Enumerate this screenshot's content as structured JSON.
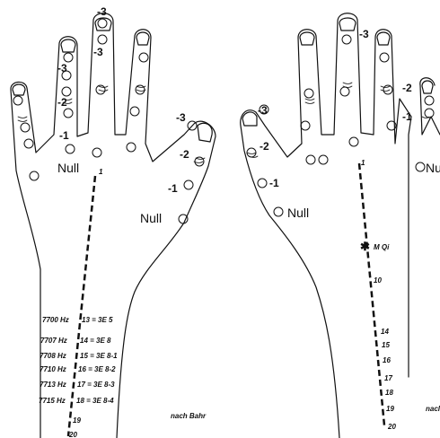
{
  "colors": {
    "ink": "#111111",
    "paper": "#ffffff"
  },
  "left_hand": {
    "levels": [
      "-3",
      "-3",
      "-3",
      "-2",
      "-1",
      "-3",
      "-2",
      "-1"
    ],
    "null_labels": [
      "Null",
      "Null"
    ],
    "line_start": "1",
    "table": [
      {
        "hz": "7700 Hz",
        "code": "13 = 3E 5"
      },
      {
        "hz": "7707 Hz",
        "code": "14 = 3E 8"
      },
      {
        "hz": "7708 Hz",
        "code": "15 = 3E 8-1"
      },
      {
        "hz": "7710 Hz",
        "code": "16 = 3E 8-2"
      },
      {
        "hz": "7713 Hz",
        "code": "17 = 3E 8-3"
      },
      {
        "hz": "7715 Hz",
        "code": "18 = 3E 8-4"
      }
    ],
    "tail_numbers": [
      "19",
      "20"
    ],
    "credit": "nach Bahr"
  },
  "right_hand": {
    "levels": [
      "-3",
      "-2",
      "-1",
      "-3",
      "-2",
      "-1"
    ],
    "null_label": "Null",
    "null_cut": "Nu",
    "line_start": "1",
    "mqi": "M Qi",
    "numbers": [
      "10",
      "14",
      "15",
      "16",
      "17",
      "18",
      "19",
      "20"
    ],
    "credit_cut": "nacl"
  }
}
